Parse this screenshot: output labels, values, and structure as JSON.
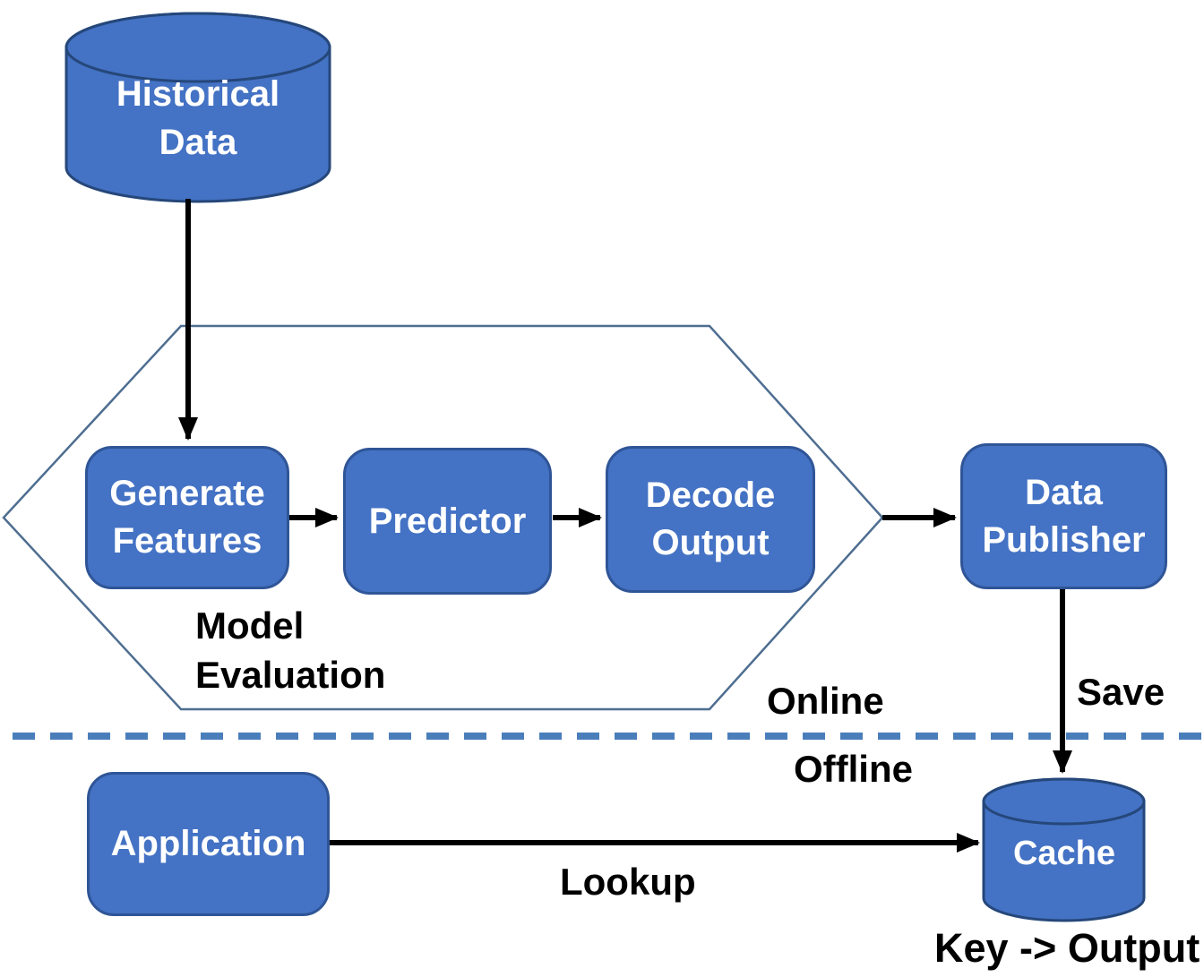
{
  "nodes": {
    "historical_data": {
      "label": "Historical\nData",
      "shape": "cylinder"
    },
    "generate_features": {
      "label": "Generate Features",
      "shape": "rounded-rect"
    },
    "predictor": {
      "label": "Predictor",
      "shape": "rounded-rect"
    },
    "decode_output": {
      "label": "Decode Output",
      "shape": "rounded-rect"
    },
    "data_publisher": {
      "label": "Data Publisher",
      "shape": "rounded-rect"
    },
    "application": {
      "label": "Application",
      "shape": "rounded-rect"
    },
    "cache": {
      "label": "Cache",
      "shape": "cylinder"
    }
  },
  "container": {
    "label": "Model\nEvaluation",
    "shape": "hexagon"
  },
  "regions": {
    "online": "Online",
    "offline": "Offline"
  },
  "edges": [
    {
      "from": "historical_data",
      "to": "generate_features",
      "label": ""
    },
    {
      "from": "generate_features",
      "to": "predictor",
      "label": ""
    },
    {
      "from": "predictor",
      "to": "decode_output",
      "label": ""
    },
    {
      "from": "model_evaluation",
      "to": "data_publisher",
      "label": ""
    },
    {
      "from": "data_publisher",
      "to": "cache",
      "label": "Save"
    },
    {
      "from": "application",
      "to": "cache",
      "label": "Lookup"
    }
  ],
  "annotations": {
    "cache_mapping": "Key -> Output"
  },
  "colors": {
    "node_fill": "#4472C4",
    "node_border": "#2F5597",
    "cylinder_fill": "#4472C4",
    "cylinder_border": "#25477A",
    "hexagon_stroke": "#4E6E91",
    "divider_dash": "#4A7EBB",
    "arrow": "#000000",
    "node_text": "#FFFFFF",
    "label_text": "#000000",
    "background": "#FFFFFF"
  }
}
